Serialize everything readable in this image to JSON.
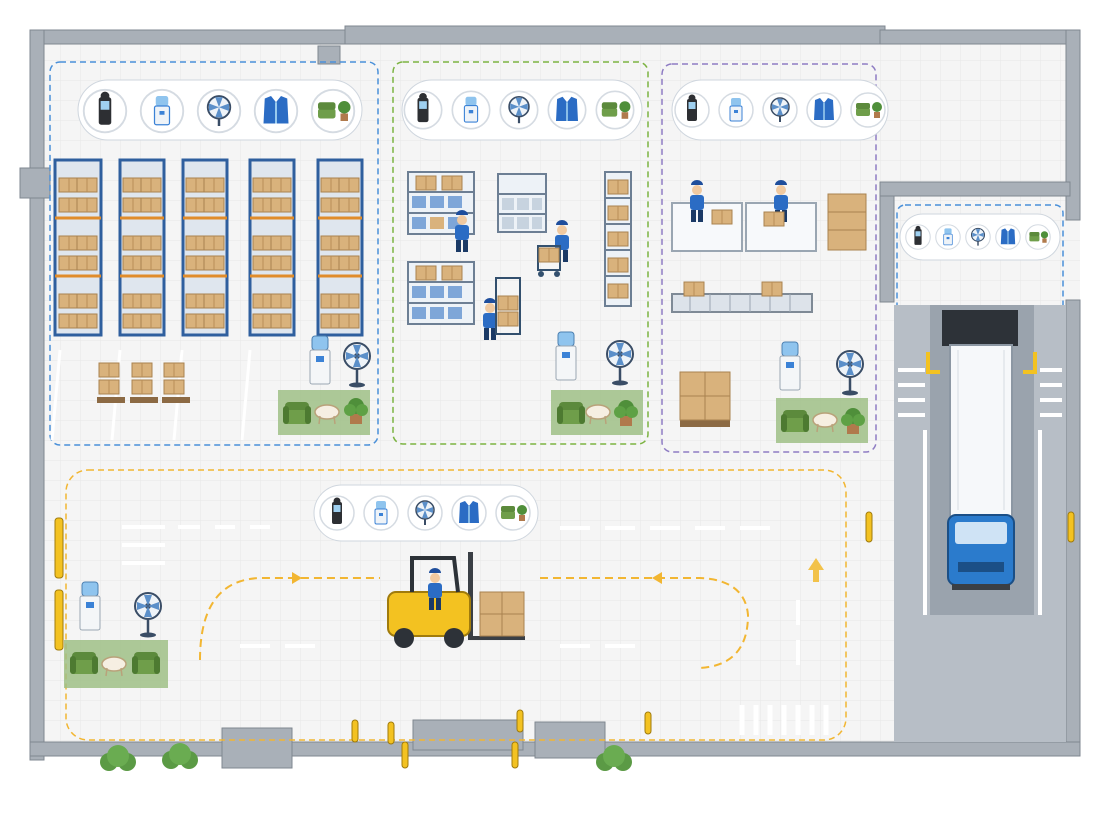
{
  "floor_plan": {
    "zones": [
      {
        "id": "storage",
        "border_color": "#4a90d9"
      },
      {
        "id": "picking",
        "border_color": "#7cb342"
      },
      {
        "id": "packing",
        "border_color": "#8e7cc3"
      },
      {
        "id": "loading-dock",
        "border_color": "#4a90d9"
      },
      {
        "id": "forklift-lane",
        "border_color": "#f2b632"
      }
    ],
    "zone_amenity_icons": [
      "sound-level-meter-icon",
      "water-dispenser-icon",
      "fan-icon",
      "cooling-vest-icon",
      "rest-seat-and-plant-icon"
    ],
    "rest_area_items": [
      "water-dispenser-icon",
      "fan-icon",
      "armchair-icon",
      "side-table-icon",
      "potted-plant-icon"
    ],
    "colors": {
      "floor": "#ececec",
      "wall": "#a9b0b8",
      "rack_frame": "#2f5f9e",
      "box": "#d9b27c",
      "lane_yellow": "#f2b632",
      "rest_green": "#9fbf86",
      "truck_cab": "#2b7bcc",
      "forklift": "#f3c221"
    }
  }
}
